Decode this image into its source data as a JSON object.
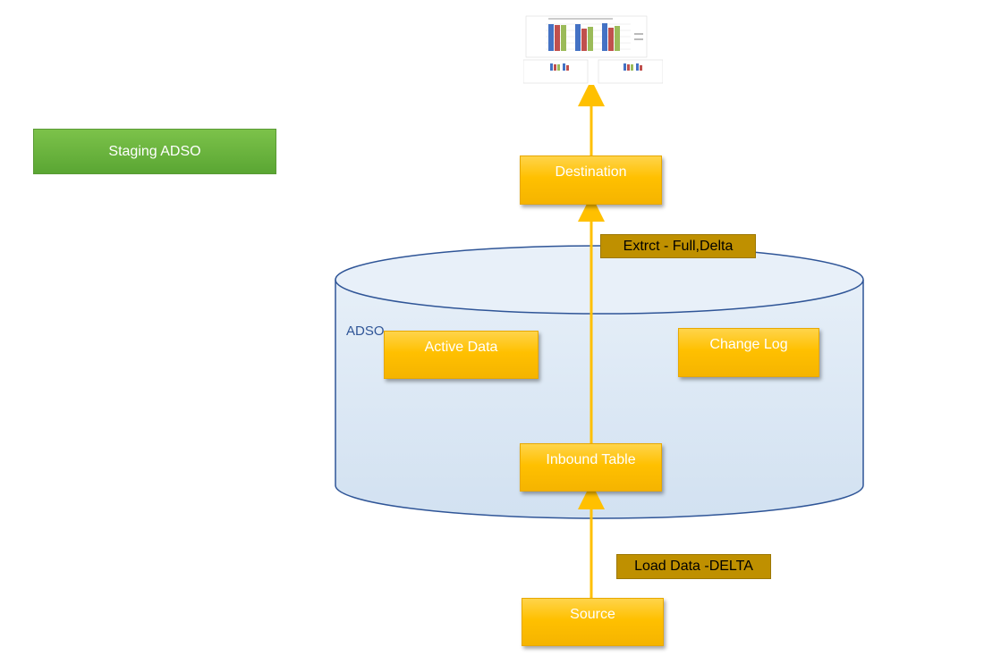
{
  "staging": {
    "label": "Staging ADSO"
  },
  "adso": {
    "label": "ADSO"
  },
  "nodes": {
    "destination": "Destination",
    "active_data": "Active Data",
    "change_log": "Change Log",
    "inbound_table": "Inbound Table",
    "source": "Source"
  },
  "annotations": {
    "extract": "Extrct - Full,Delta",
    "load": "Load Data -DELTA"
  },
  "colors": {
    "node_fill": "#ffc000",
    "arrow": "#ffc000",
    "annotation_fill": "#bf9000",
    "staging_fill": "#5aa633",
    "cylinder_fill": "#dce8f5",
    "cylinder_stroke": "#2f5597"
  },
  "report_thumbnail": {
    "icon": "bar-chart-report-icon"
  }
}
